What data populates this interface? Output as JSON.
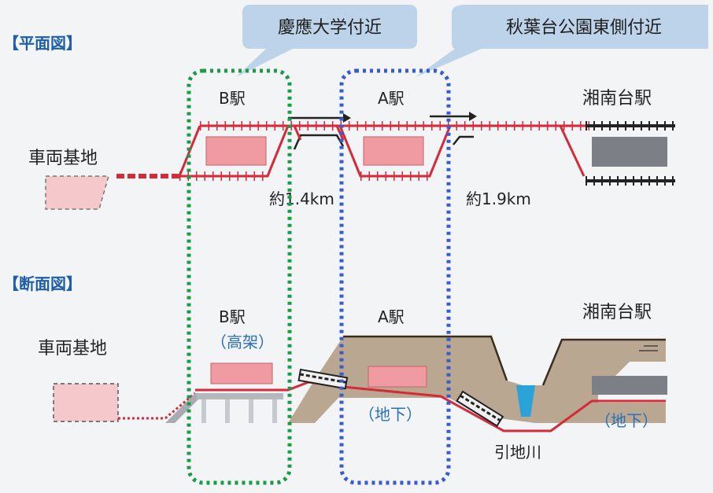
{
  "callouts": {
    "left": "慶應大学付近",
    "right": "秋葉台公園東側付近"
  },
  "plan": {
    "section_title": "【平面図】",
    "station_b": "B駅",
    "station_a": "A駅",
    "shonandai": "湘南台駅",
    "depot": "車両基地",
    "distance_1": "約1.4km",
    "distance_2": "約1.9km"
  },
  "section": {
    "section_title": "【断面図】",
    "station_b": "B駅",
    "station_b_type": "（高架）",
    "station_a": "A駅",
    "station_a_type": "（地下）",
    "shonandai": "湘南台駅",
    "shonandai_type": "（地下）",
    "depot": "車両基地",
    "river": "引地川"
  },
  "colors": {
    "track_red": "#d42a3a",
    "station_pink": "#f09aa2",
    "green_frame": "#1c9a4a",
    "blue_frame": "#3a5cc8",
    "ground": "#b9a791",
    "callout_bg": "#bcd3ea"
  }
}
